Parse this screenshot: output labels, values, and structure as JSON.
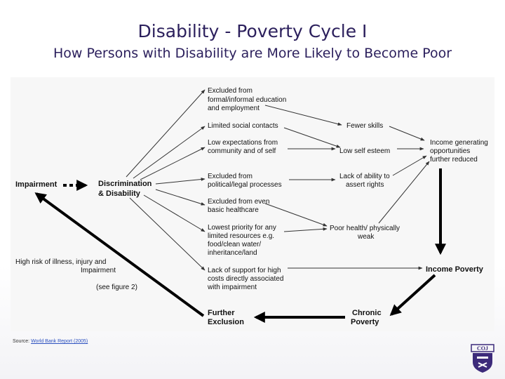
{
  "slide": {
    "title": "Disability - Poverty Cycle I",
    "subtitle": "How Persons with Disability are More Likely to Become Poor"
  },
  "diagram": {
    "impairment": "Impairment",
    "discrimination": [
      "Discrimination",
      "& Disability"
    ],
    "high_risk": [
      "High risk of illness, injury and",
      "Impairment"
    ],
    "see_figure": "(see figure 2)",
    "excluded_education": [
      "Excluded from",
      "formal/informal education",
      "and employment"
    ],
    "limited_social": "Limited social contacts",
    "low_expectations": [
      "Low expectations from",
      "community and of self"
    ],
    "excluded_political": [
      "Excluded from",
      "political/legal processes"
    ],
    "excluded_health": [
      "Excluded from even",
      "basic healthcare"
    ],
    "lowest_priority": [
      "Lowest priority for any",
      "limited resources e.g.",
      "food/clean water/",
      "inheritance/land"
    ],
    "lack_support": [
      "Lack of support for high",
      "costs directly associated",
      "with impairment"
    ],
    "fewer_skills": "Fewer skills",
    "low_esteem": "Low self esteem",
    "lack_ability": [
      "Lack of ability to",
      "assert rights"
    ],
    "poor_health": [
      "Poor health/ physically",
      "weak"
    ],
    "income_generating": [
      "Income generating",
      "opportunities",
      "further reduced"
    ],
    "income_poverty": "Income Poverty",
    "chronic_poverty": [
      "Chronic",
      "Poverty"
    ],
    "further_exclusion": [
      "Further",
      "Exclusion"
    ]
  },
  "footer": {
    "source_prefix": "Source: ",
    "source_link": "World Bank Report (2005)"
  },
  "logo": {
    "text": "COJ",
    "color": "#3c2a7a"
  }
}
